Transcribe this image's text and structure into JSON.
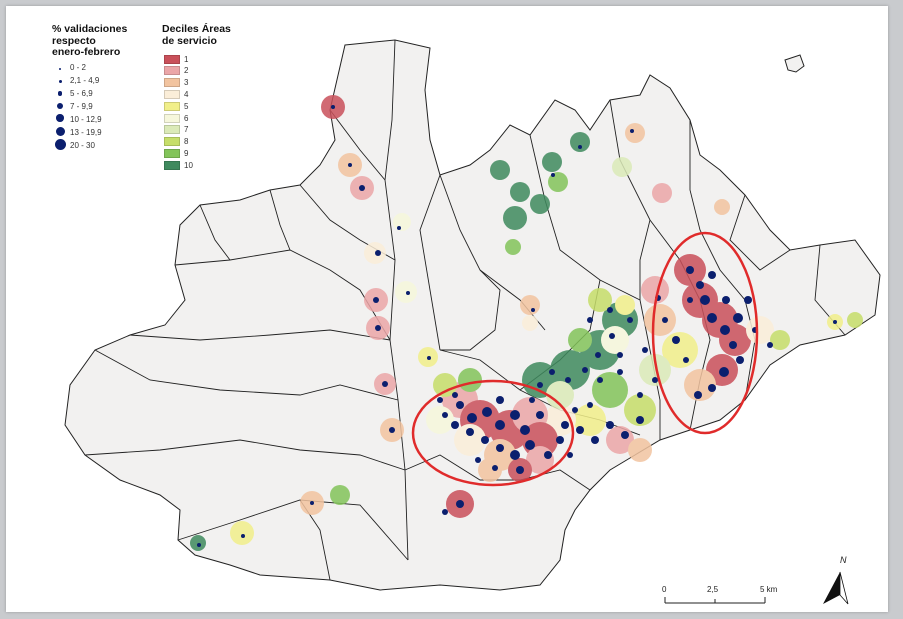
{
  "legend_points": {
    "title": "% validaciones respecto enero-febrero",
    "title_lines": [
      "% validaciones",
      "respecto",
      "enero-febrero"
    ],
    "items": [
      {
        "label": "0 - 2"
      },
      {
        "label": "2,1 - 4,9"
      },
      {
        "label": "5 - 6,9"
      },
      {
        "label": "7 - 9,9"
      },
      {
        "label": "10 - 12,9"
      },
      {
        "label": "13 - 19,9"
      },
      {
        "label": "20 - 30"
      }
    ]
  },
  "legend_deciles": {
    "title": "Deciles Áreas de servicio",
    "title_lines": [
      "Deciles Áreas",
      "de servicio"
    ],
    "items": [
      {
        "label": "1",
        "color": "#c9505a"
      },
      {
        "label": "2",
        "color": "#eba6a8"
      },
      {
        "label": "3",
        "color": "#f2c4a0"
      },
      {
        "label": "4",
        "color": "#fbeed9"
      },
      {
        "label": "5",
        "color": "#f1ef8a"
      },
      {
        "label": "6",
        "color": "#f6f7dc"
      },
      {
        "label": "7",
        "color": "#dbeab8"
      },
      {
        "label": "8",
        "color": "#c6de6a"
      },
      {
        "label": "9",
        "color": "#83c45a"
      },
      {
        "label": "10",
        "color": "#3f8a5e"
      }
    ]
  },
  "scale_bar": {
    "labels": [
      "0",
      "2,5",
      "5 km"
    ]
  },
  "north_arrow": {
    "label": "N"
  },
  "colors": {
    "municipality_fill": "#f2f1f0",
    "boundary": "#222222",
    "stop_dot": "#0b1f6e",
    "highlight_ellipse": "#e02b2b",
    "sea": "#ffffff"
  },
  "highlights": {
    "count": 2
  }
}
